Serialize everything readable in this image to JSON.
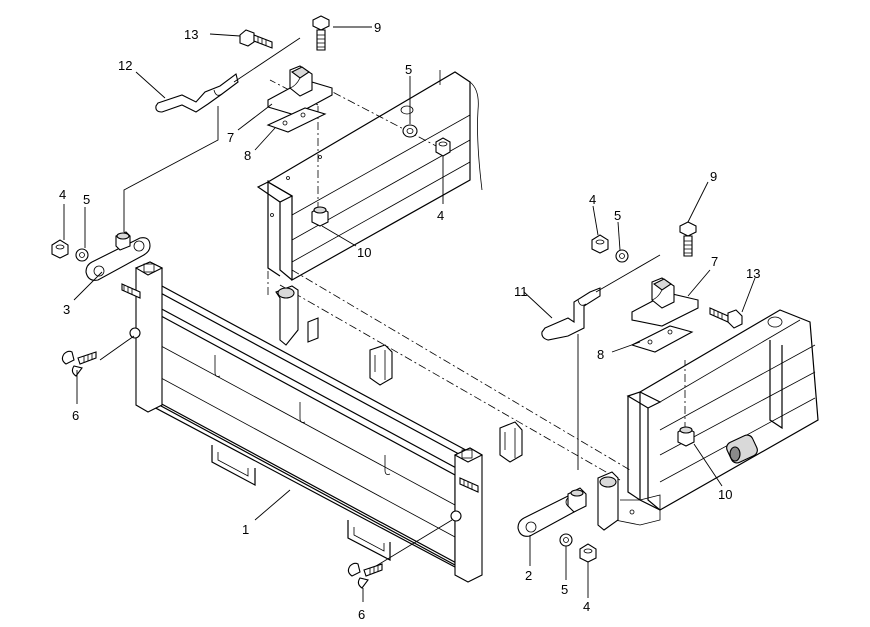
{
  "callouts": [
    {
      "id": "c13a",
      "label": "13"
    },
    {
      "id": "c9a",
      "label": "9"
    },
    {
      "id": "c12",
      "label": "12"
    },
    {
      "id": "c5a",
      "label": "5"
    },
    {
      "id": "c7a",
      "label": "7"
    },
    {
      "id": "c8a",
      "label": "8"
    },
    {
      "id": "c4a",
      "label": "4"
    },
    {
      "id": "c10a",
      "label": "10"
    },
    {
      "id": "c4b",
      "label": "4"
    },
    {
      "id": "c5b",
      "label": "5"
    },
    {
      "id": "c3",
      "label": "3"
    },
    {
      "id": "c6a",
      "label": "6"
    },
    {
      "id": "c1",
      "label": "1"
    },
    {
      "id": "c6b",
      "label": "6"
    },
    {
      "id": "c2",
      "label": "2"
    },
    {
      "id": "c5c",
      "label": "5"
    },
    {
      "id": "c4c",
      "label": "4"
    },
    {
      "id": "c9b",
      "label": "9"
    },
    {
      "id": "c4d",
      "label": "4"
    },
    {
      "id": "c5d",
      "label": "5"
    },
    {
      "id": "c7b",
      "label": "7"
    },
    {
      "id": "c13b",
      "label": "13"
    },
    {
      "id": "c11",
      "label": "11"
    },
    {
      "id": "c8b",
      "label": "8"
    },
    {
      "id": "c10b",
      "label": "10"
    }
  ]
}
